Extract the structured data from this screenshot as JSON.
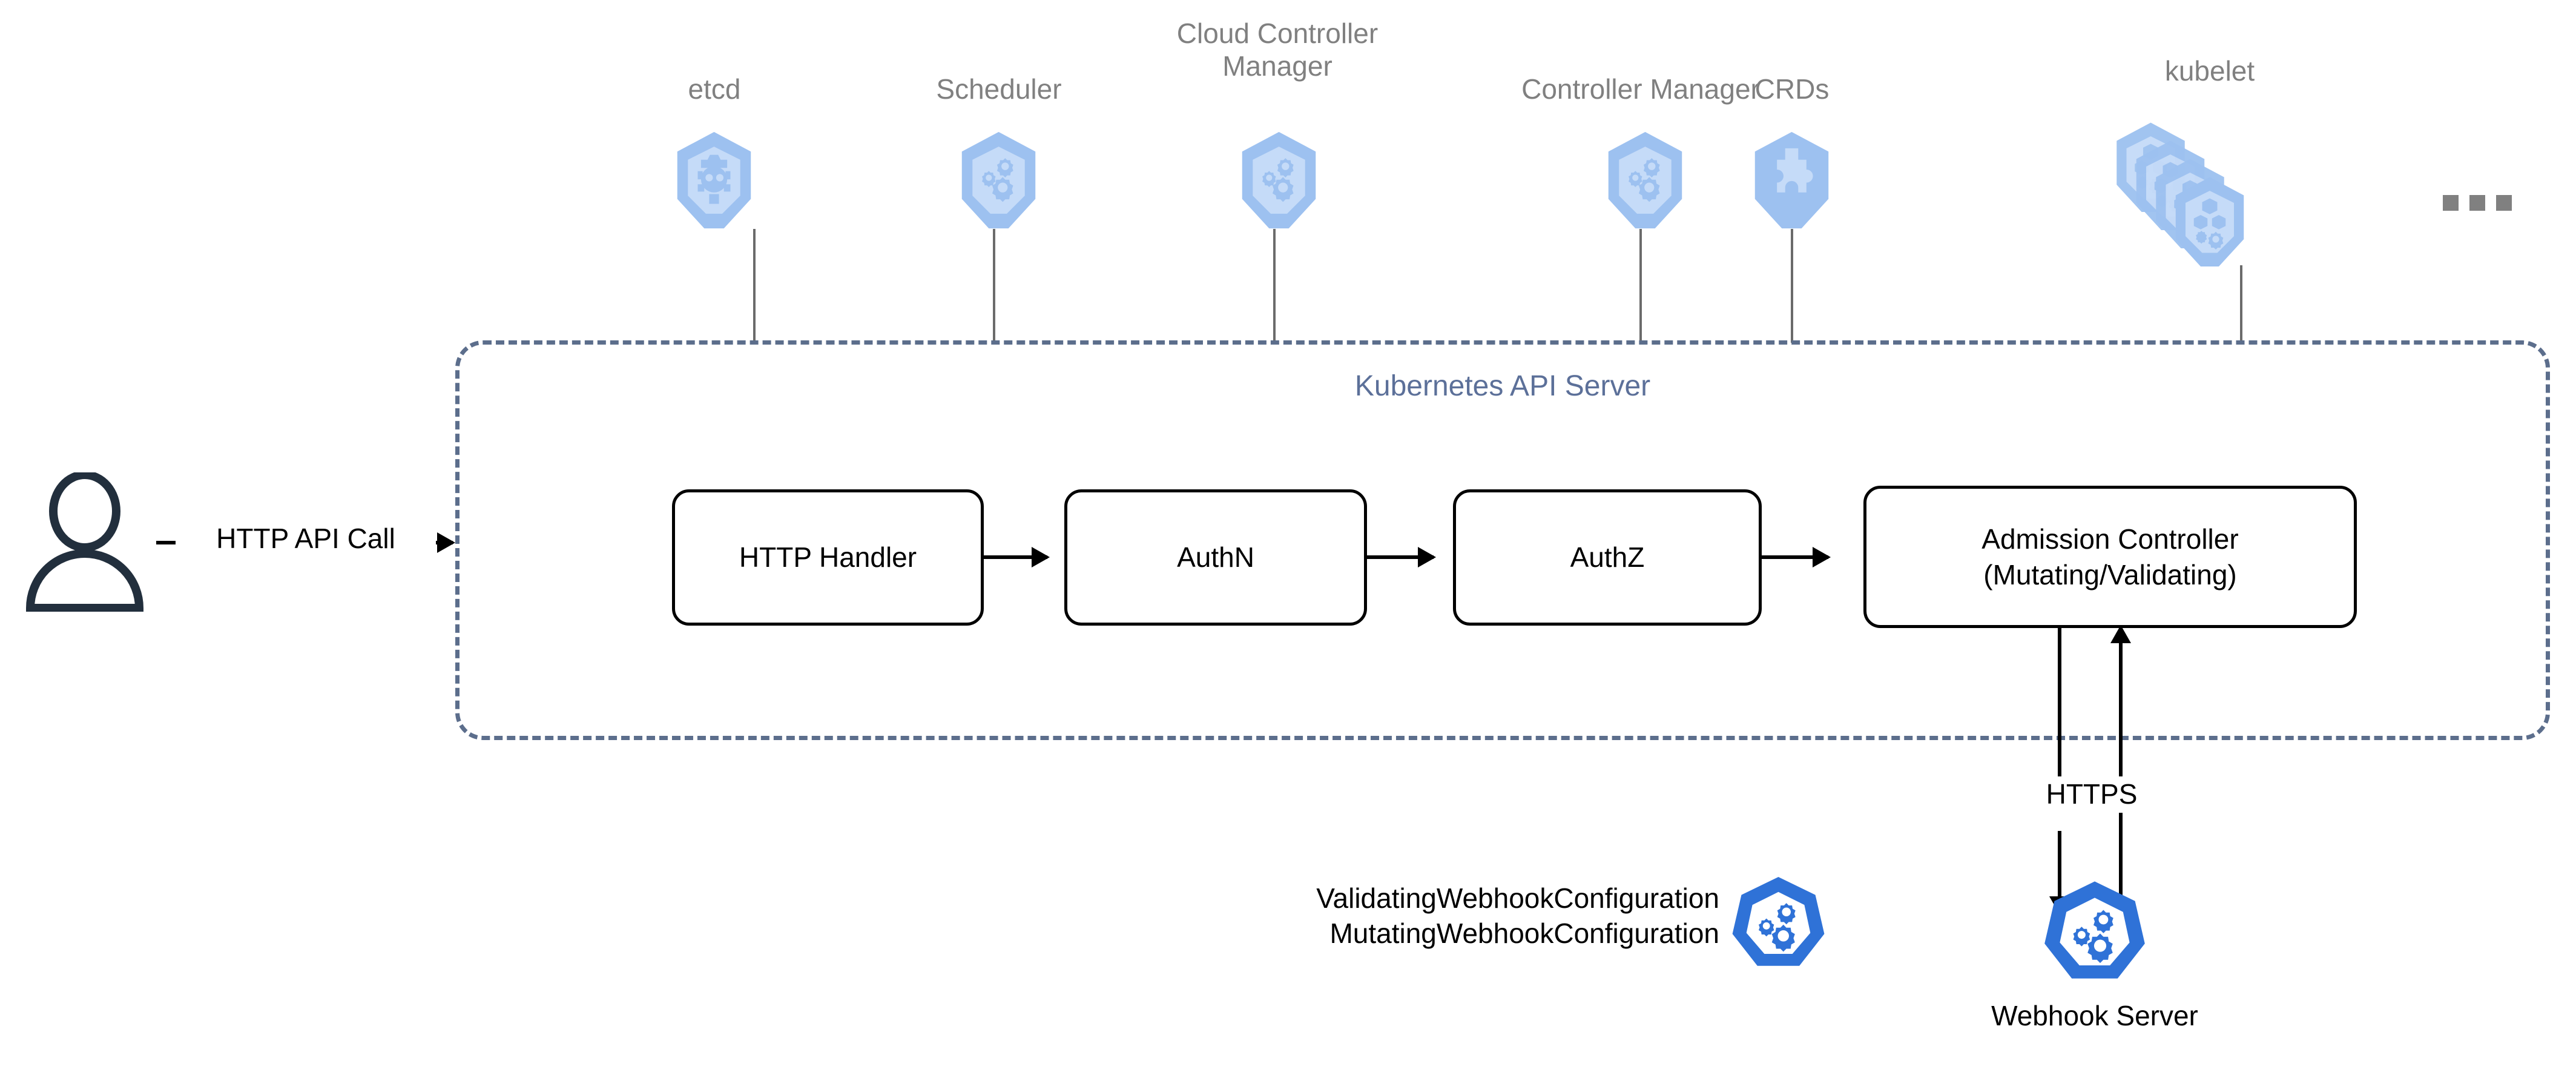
{
  "diagram": {
    "title": "Kubernetes API Server admission flow",
    "colors": {
      "icon_light_blue": "#9dc1f0",
      "icon_inner_blue": "#c5dbf8",
      "icon_solid_blue": "#2f72d7",
      "dashed_border": "#5c6e8c",
      "container_title": "#5c7099",
      "label_gray": "#808080",
      "actor_navy": "#222f3d",
      "stem_gray": "#6b6b6b",
      "text_black": "#000000"
    }
  },
  "components": [
    {
      "label": "etcd",
      "icon": "k8s-etcd-icon"
    },
    {
      "label": "Scheduler",
      "icon": "k8s-gears-icon"
    },
    {
      "label": "Cloud Controller\nManager",
      "icon": "k8s-gears-icon"
    },
    {
      "label": "Controller Manager",
      "icon": "k8s-gears-icon"
    },
    {
      "label": "CRDs",
      "icon": "k8s-puzzle-icon"
    },
    {
      "label": "kubelet",
      "icon": "k8s-kubelet-stack-icon"
    }
  ],
  "overflow_indicator": "…",
  "actor": {
    "icon": "user-actor-icon",
    "edge_label": "HTTP API Call"
  },
  "api_server": {
    "title": "Kubernetes API Server",
    "pipeline": [
      {
        "label": "HTTP Handler"
      },
      {
        "label": "AuthN"
      },
      {
        "label": "AuthZ"
      },
      {
        "label": "Admission Controller\n(Mutating/Validating)"
      }
    ]
  },
  "webhook": {
    "protocol_label": "HTTPS",
    "configurations": "ValidatingWebhookConfiguration\nMutatingWebhookConfiguration",
    "config_icon": "k8s-gears-solid-icon",
    "server_label": "Webhook Server",
    "server_icon": "k8s-gears-solid-icon"
  }
}
